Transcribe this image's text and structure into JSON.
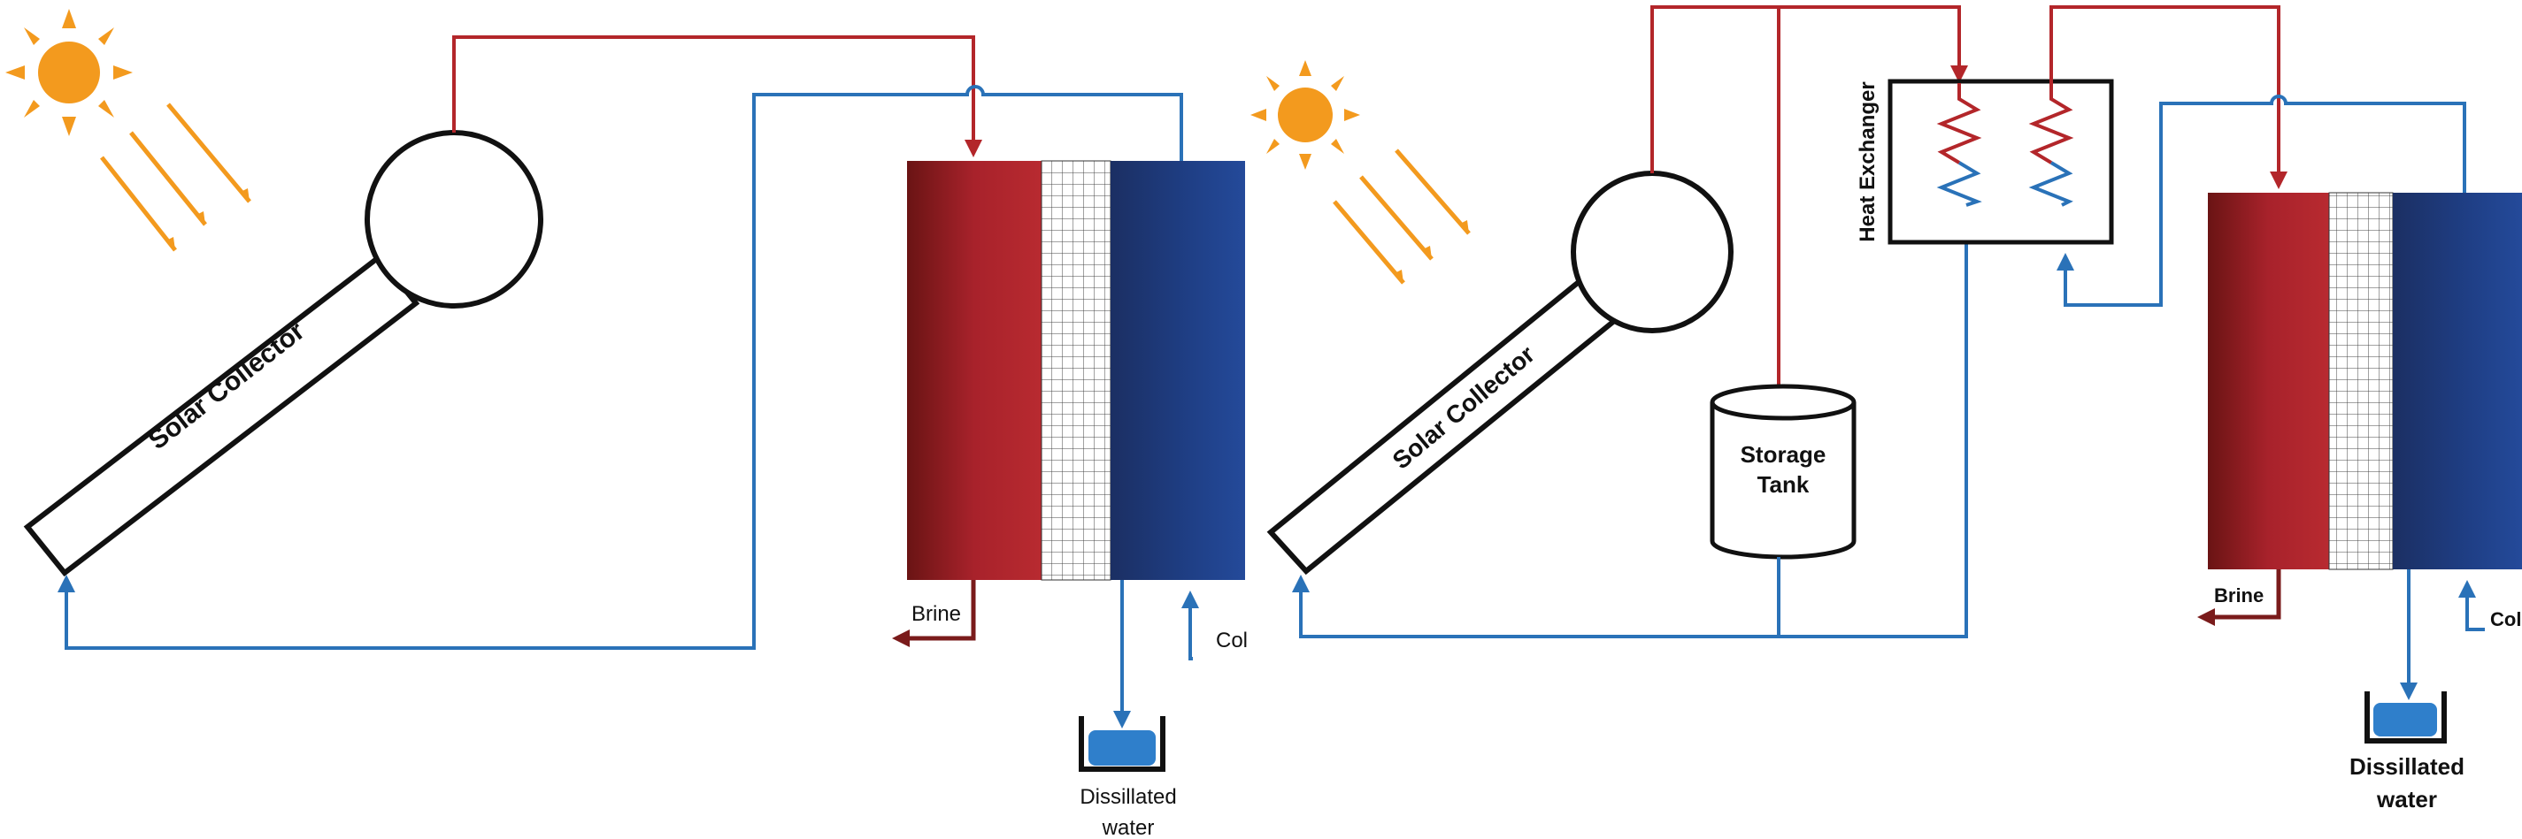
{
  "left_system": {
    "collector_label": "Solar Collector",
    "brine_label": "Brine",
    "cold_label": "Col",
    "distilled_label_line1": "Dissillated",
    "distilled_label_line2": "water"
  },
  "right_system": {
    "collector_label": "Solar Collector",
    "tank_label_line1": "Storage",
    "tank_label_line2": "Tank",
    "heat_exchanger_label": "Heat Exchanger",
    "brine_label": "Brine",
    "cold_label": "Col",
    "distilled_label_line1": "Dissillated",
    "distilled_label_line2": "water"
  },
  "colors": {
    "hot_pipe": "#b3262a",
    "cold_pipe": "#2a72b8",
    "brine_pipe": "#7a1b1b",
    "sun": "#f39a1e",
    "hot_channel": "#a8222b",
    "cold_channel": "#1e3f87",
    "water": "#2f7fcb"
  }
}
